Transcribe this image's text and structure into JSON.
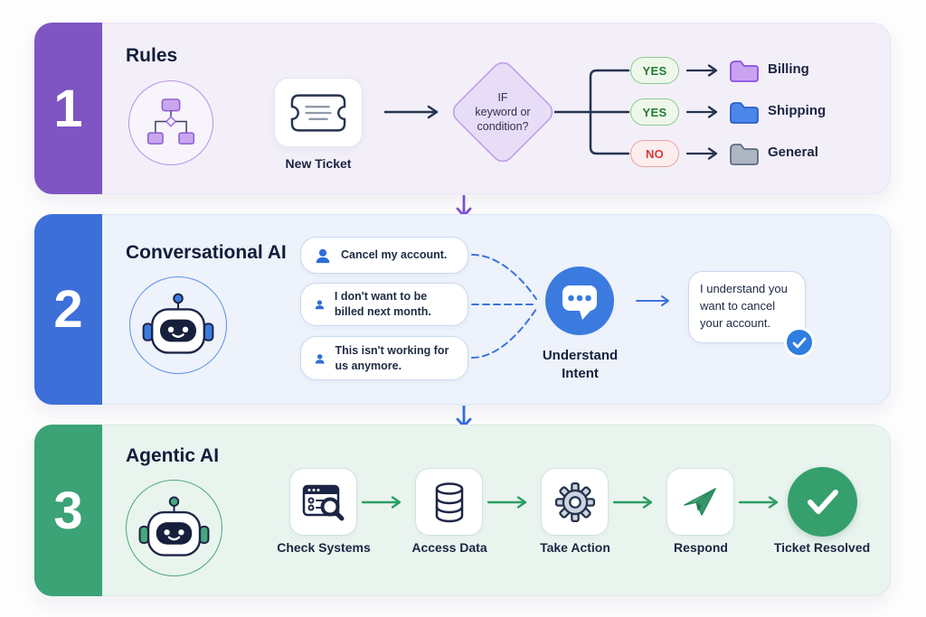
{
  "rows": [
    {
      "number": "1",
      "title": "Rules",
      "ticket": {
        "label": "New Ticket"
      },
      "diamond": {
        "line1": "IF",
        "line2": "keyword or",
        "line3": "condition?"
      },
      "branches": [
        {
          "pill": "YES",
          "label": "Billing"
        },
        {
          "pill": "YES",
          "label": "Shipping"
        },
        {
          "pill": "NO",
          "label": "General"
        }
      ],
      "colors": {
        "band": "#7e55c2",
        "panel": "#f3eff9",
        "yes_green": "#237a33",
        "no_red": "#d43b3b",
        "billing_folder": "#c9a2f0",
        "shipping_folder": "#4c86e8",
        "general_folder": "#aeb6c2"
      }
    },
    {
      "number": "2",
      "title": "Conversational AI",
      "messages": [
        {
          "text": "Cancel my account."
        },
        {
          "text": "I don't want to be billed next month."
        },
        {
          "text": "This isn't working for us anymore."
        }
      ],
      "intent": {
        "line1": "Understand",
        "line2": "Intent"
      },
      "response": {
        "text": "I understand you want to cancel your account."
      },
      "colors": {
        "band": "#3d6fd9",
        "panel": "#edf2fb",
        "accent": "#3b7be0"
      }
    },
    {
      "number": "3",
      "title": "Agentic AI",
      "steps": [
        {
          "label": "Check Systems"
        },
        {
          "label": "Access Data"
        },
        {
          "label": "Take Action"
        },
        {
          "label": "Respond"
        },
        {
          "label": "Ticket Resolved"
        }
      ],
      "colors": {
        "band": "#3ba376",
        "panel": "#eaf4ef",
        "accent": "#35a06c"
      }
    }
  ]
}
